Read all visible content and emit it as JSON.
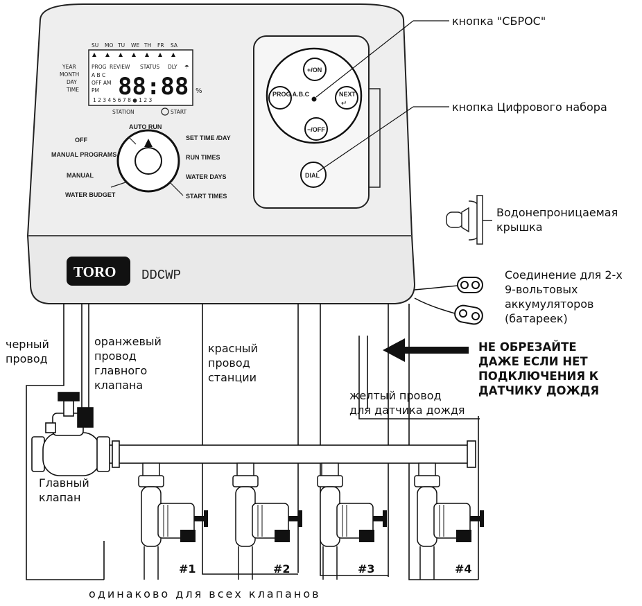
{
  "controller": {
    "brand": "TORO",
    "model": "DDCWP",
    "lcd": {
      "days": [
        "SU",
        "MO",
        "TU",
        "WE",
        "TH",
        "FR",
        "SA"
      ],
      "left_labels": [
        "YEAR",
        "MONTH",
        "DAY",
        "TIME"
      ],
      "mode_row": [
        "PROG",
        "REVIEW",
        "STATUS",
        "DLY"
      ],
      "abc": "A B C",
      "off_am": "OFF AM",
      "pm": "PM",
      "digits": "88:88",
      "percent": "%",
      "station_numbers": "1 2 3 4 5 6 7 8 ● 1 2 3",
      "station_label": "STATION",
      "start_label": "START"
    },
    "dial_positions": {
      "auto_run": "AUTO RUN",
      "off": "OFF",
      "manual_programs": "MANUAL PROGRAMS",
      "manual": "MANUAL",
      "water_budget": "WATER BUDGET",
      "set_time_day": "SET TIME /DAY",
      "run_times": "RUN TIMES",
      "water_days": "WATER DAYS",
      "start_times": "START TIMES"
    },
    "buttons": {
      "plus_on": "+/ON",
      "minus_off": "−/OFF",
      "prog_abc": "PROG A.B.C",
      "next": "NEXT",
      "dial": "DIAL"
    }
  },
  "labels": {
    "reset_button": "кнопка \"СБРОС\"",
    "dial_button": "кнопка Цифрового набора",
    "waterproof_cap": "Водонепроницаемая\nкрышка",
    "battery_connection": "Соединение для 2-х\n9-вольтовых\nаккумуляторов\n(батареек)",
    "do_not_cut": "НЕ ОБРЕЗАЙТЕ\nДАЖЕ ЕСЛИ НЕТ\nПОДКЛЮЧЕНИЯ К\nДАТЧИКУ ДОЖДЯ",
    "black_wire": "черный\nпровод",
    "orange_wire": "оранжевый\nпровод\nглавного\nклапана",
    "red_wire": "красный\nпровод\nстанции",
    "yellow_wire": "желтый провод\nдля датчика дождя",
    "master_valve": "Главный\nклапан",
    "same_for_all": "одинаково  для  всех  клапанов"
  },
  "valves": [
    "#1",
    "#2",
    "#3",
    "#4"
  ]
}
